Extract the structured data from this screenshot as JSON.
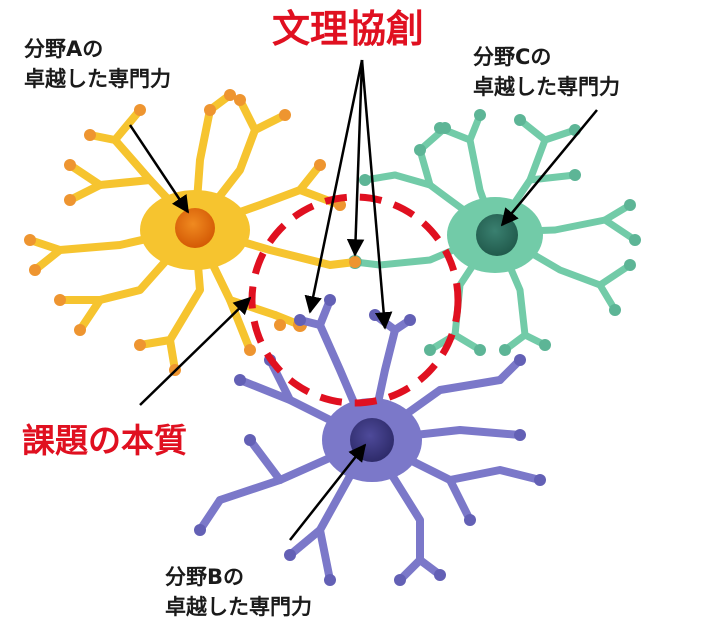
{
  "title": "文理協創",
  "core_label": "課題の本質",
  "neurons": [
    {
      "id": "A",
      "line1": "分野Aの",
      "line2": "卓越した専門力",
      "color": "#F6C42F",
      "nucleus": "#E8720C",
      "tip": "#EE9530"
    },
    {
      "id": "B",
      "line1": "分野Bの",
      "line2": "卓越した専門力",
      "color": "#7B78C9",
      "nucleus": "#3F3C85",
      "tip": "#6360B5"
    },
    {
      "id": "C",
      "line1": "分野Cの",
      "line2": "卓越した専門力",
      "color": "#72CBA8",
      "nucleus": "#2F7060",
      "tip": "#5DB596"
    }
  ],
  "colors": {
    "accent": "#E01020",
    "arrow": "#000000"
  }
}
